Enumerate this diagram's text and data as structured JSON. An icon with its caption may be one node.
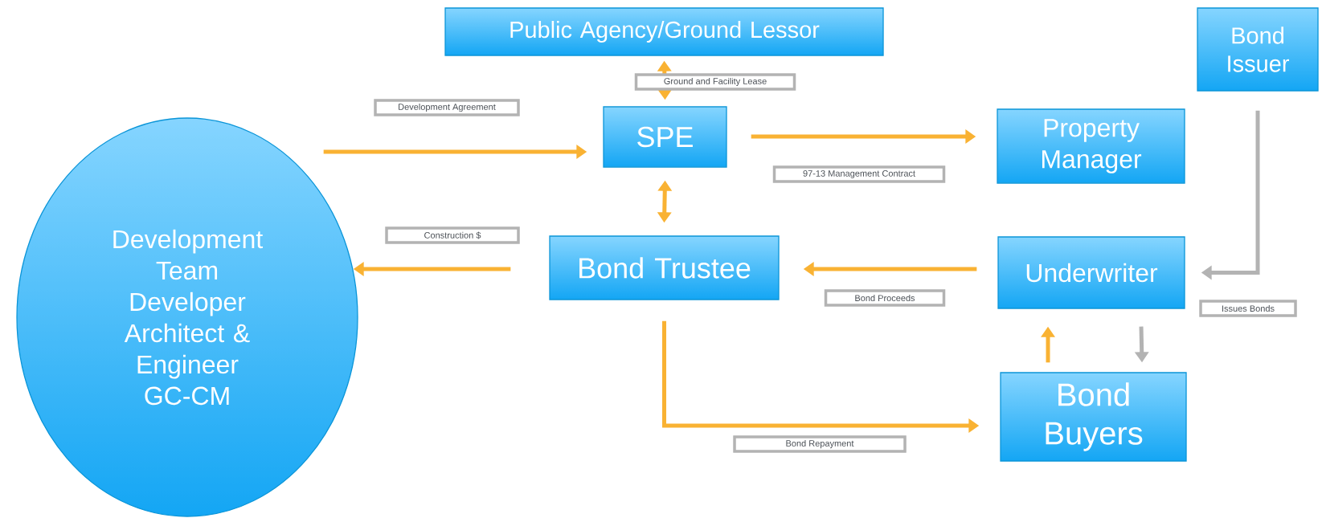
{
  "diagram": {
    "nodes": [
      {
        "text": [
          "Public Agency/Ground Lessor"
        ]
      },
      {
        "text": [
          "Bond Issuer"
        ]
      },
      {
        "text": [
          "Development Team",
          "Developer",
          "Architect & Engineer",
          "GC-CM"
        ]
      },
      {
        "text": [
          "SPE"
        ]
      },
      {
        "text": [
          "Property Manager"
        ]
      },
      {
        "text": [
          "Bond Trustee"
        ]
      },
      {
        "text": [
          "Underwriter"
        ]
      },
      {
        "text": [
          "Bond Buyers"
        ]
      }
    ],
    "edges": [
      {
        "from": 0,
        "to": 3,
        "arrow": "both",
        "label": "Ground and Facility Lease"
      },
      {
        "from": 2,
        "to": 3,
        "arrow": "to",
        "label": "Development Agreement"
      },
      {
        "from": 3,
        "to": 4,
        "arrow": "to",
        "label": "97-13 Management Contract"
      },
      {
        "from": 3,
        "to": 5,
        "arrow": "both"
      },
      {
        "from": 5,
        "to": 2,
        "arrow": "to",
        "label": "Construction $"
      },
      {
        "from": 6,
        "to": 5,
        "arrow": "to",
        "label": "Bond Proceeds"
      },
      {
        "from": 1,
        "to": 6,
        "arrow": "to",
        "label": "Issues Bonds",
        "color": "#b3b3b3"
      },
      {
        "from": 5,
        "to": 7,
        "arrow": "to",
        "label": "Bond Repayment"
      },
      {
        "from": 7,
        "to": 6,
        "arrow": "to"
      },
      {
        "from": 6,
        "to": 7,
        "arrow": "to",
        "color": "#b3b3b3"
      }
    ]
  }
}
